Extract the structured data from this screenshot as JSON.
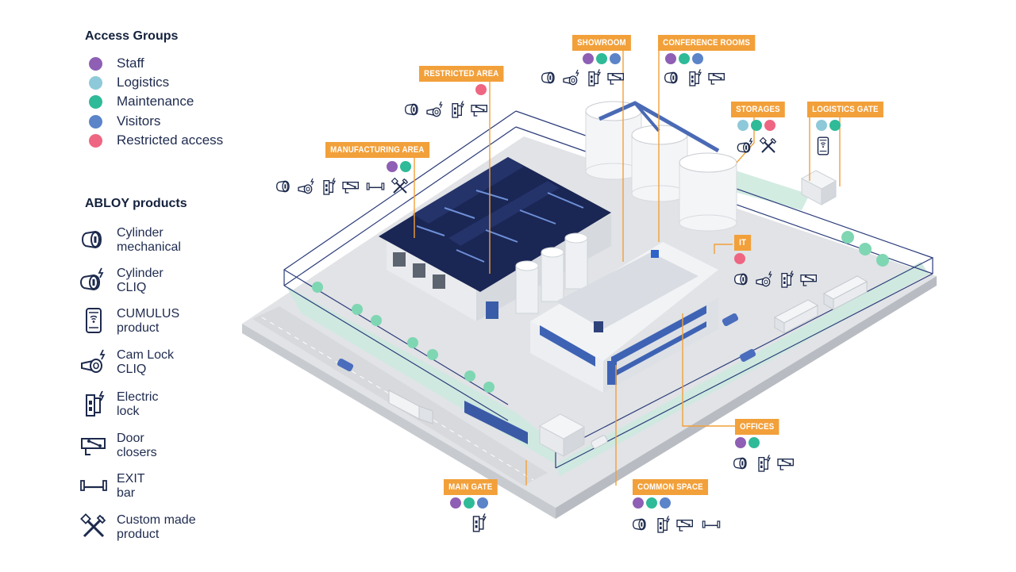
{
  "colors": {
    "staff": "#8e5fb4",
    "logistics": "#8ec9d9",
    "maintenance": "#2fba98",
    "visitors": "#5b84c9",
    "restricted": "#ee6682",
    "label_bg": "#f2a03a",
    "navy": "#1d2a4d"
  },
  "legend": {
    "access_title": "Access Groups",
    "groups": [
      {
        "key": "staff",
        "label": "Staff",
        "color": "#8e5fb4"
      },
      {
        "key": "logistics",
        "label": "Logistics",
        "color": "#8ec9d9"
      },
      {
        "key": "maintenance",
        "label": "Maintenance",
        "color": "#2fba98"
      },
      {
        "key": "visitors",
        "label": "Visitors",
        "color": "#5b84c9"
      },
      {
        "key": "restricted",
        "label": "Restricted access",
        "color": "#ee6682"
      }
    ],
    "products_title": "ABLOY products",
    "products": [
      {
        "icon": "cylinder-mechanical-icon",
        "line1": "Cylinder",
        "line2": "mechanical"
      },
      {
        "icon": "cylinder-cliq-icon",
        "line1": "Cylinder",
        "line2": "CLIQ"
      },
      {
        "icon": "cumulus-icon",
        "line1": "CUMULUS",
        "line2": "product"
      },
      {
        "icon": "cam-lock-cliq-icon",
        "line1": "Cam Lock",
        "line2": "CLIQ"
      },
      {
        "icon": "electric-lock-icon",
        "line1": "Electric",
        "line2": "lock"
      },
      {
        "icon": "door-closer-icon",
        "line1": "Door",
        "line2": "closers"
      },
      {
        "icon": "exit-bar-icon",
        "line1": "EXIT",
        "line2": "bar"
      },
      {
        "icon": "custom-product-icon",
        "line1": "Custom made",
        "line2": "product"
      }
    ]
  },
  "areas": [
    {
      "id": "showroom",
      "label": "SHOWROOM",
      "groups": [
        "staff",
        "maintenance",
        "visitors"
      ],
      "products": [
        "cylinder-mechanical-icon",
        "cam-lock-cliq-icon",
        "electric-lock-icon",
        "door-closer-icon"
      ]
    },
    {
      "id": "conference",
      "label": "CONFERENCE ROOMS",
      "groups": [
        "staff",
        "maintenance",
        "visitors"
      ],
      "products": [
        "cylinder-mechanical-icon",
        "electric-lock-icon",
        "door-closer-icon"
      ]
    },
    {
      "id": "restricted",
      "label": "RESTRICTED AREA",
      "groups": [
        "restricted"
      ],
      "products": [
        "cylinder-mechanical-icon",
        "cam-lock-cliq-icon",
        "electric-lock-icon",
        "door-closer-icon"
      ]
    },
    {
      "id": "storages",
      "label": "STORAGES",
      "groups": [
        "logistics",
        "maintenance",
        "restricted"
      ],
      "products": [
        "cylinder-cliq-icon",
        "custom-product-icon"
      ]
    },
    {
      "id": "logistics-gate",
      "label": "LOGISTICS GATE",
      "groups": [
        "logistics",
        "maintenance"
      ],
      "products": [
        "cumulus-icon"
      ]
    },
    {
      "id": "manufacturing",
      "label": "MANUFACTURING AREA",
      "groups": [
        "staff",
        "maintenance"
      ],
      "products": [
        "cylinder-mechanical-icon",
        "cam-lock-cliq-icon",
        "electric-lock-icon",
        "door-closer-icon",
        "exit-bar-icon",
        "custom-product-icon"
      ]
    },
    {
      "id": "it",
      "label": "IT",
      "groups": [
        "restricted"
      ],
      "products": [
        "cylinder-mechanical-icon",
        "cam-lock-cliq-icon",
        "electric-lock-icon",
        "door-closer-icon"
      ]
    },
    {
      "id": "offices",
      "label": "OFFICES",
      "groups": [
        "staff",
        "maintenance"
      ],
      "products": [
        "cylinder-mechanical-icon",
        "electric-lock-icon",
        "door-closer-icon"
      ]
    },
    {
      "id": "main-gate",
      "label": "MAIN GATE",
      "groups": [
        "staff",
        "maintenance",
        "visitors"
      ],
      "products": [
        "electric-lock-icon"
      ]
    },
    {
      "id": "common-space",
      "label": "COMMON SPACE",
      "groups": [
        "staff",
        "maintenance",
        "visitors"
      ],
      "products": [
        "cylinder-mechanical-icon",
        "electric-lock-icon",
        "door-closer-icon",
        "exit-bar-icon"
      ]
    }
  ]
}
